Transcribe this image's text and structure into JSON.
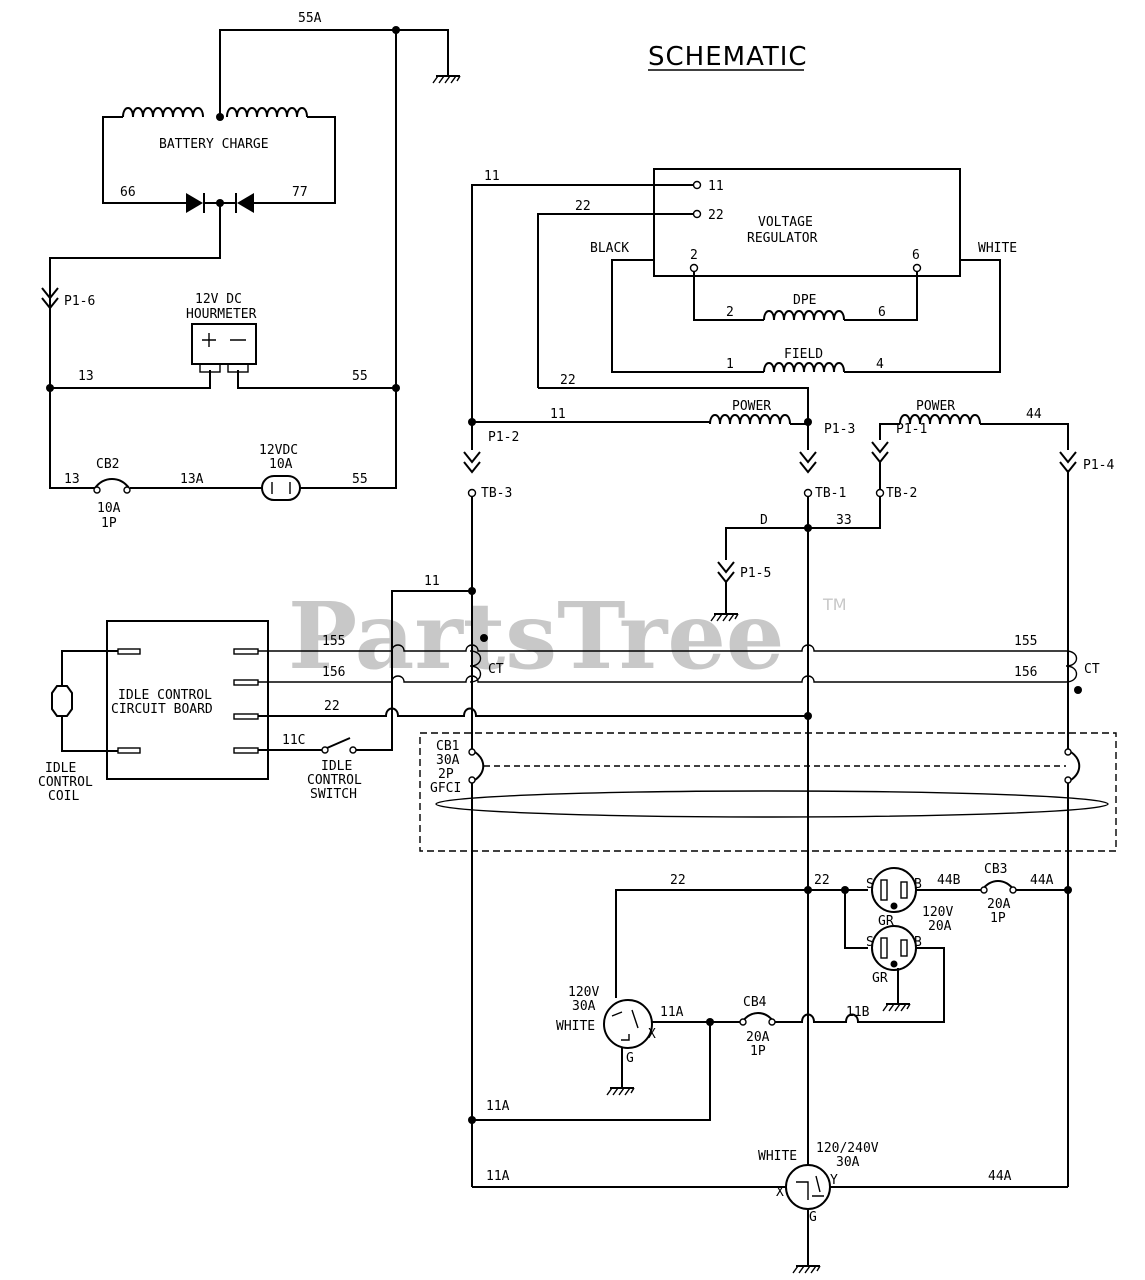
{
  "title": "SCHEMATIC",
  "watermark": "PartsTree",
  "watermark_tm": "TM",
  "wire_labels": {
    "w55A": "55A",
    "w66": "66",
    "w77": "77",
    "w13a": "13",
    "w55a": "55",
    "w13b": "13",
    "w13A": "13A",
    "w55b": "55",
    "w11a": "11",
    "w22a": "22",
    "w22b": "22",
    "w11b": "11",
    "w44": "44",
    "w2": "2",
    "w6": "6",
    "w1": "1",
    "w4": "4",
    "wD": "D",
    "w33": "33",
    "w11c": "11",
    "w155a": "155",
    "w156a": "156",
    "w22c": "22",
    "w11C": "11C",
    "w155b": "155",
    "w156b": "156",
    "w22d": "22",
    "w22e": "22",
    "w44B": "44B",
    "w44Aa": "44A",
    "w11Aa": "11A",
    "w11B": "11B",
    "w11Ab": "11A",
    "w11Ac": "11A",
    "w44Ab": "44A"
  },
  "components": {
    "battery_charge": "BATTERY CHARGE",
    "hourmeter_1": "12V DC",
    "hourmeter_2": "HOURMETER",
    "fuse_1": "12VDC",
    "fuse_2": "10A",
    "cb2": "CB2",
    "cb2_rating": "10A",
    "cb2_poles": "1P",
    "vr_1": "VOLTAGE",
    "vr_2": "REGULATOR",
    "vr_t11": "11",
    "vr_t22": "22",
    "vr_t2": "2",
    "vr_t6": "6",
    "black": "BLACK",
    "white": "WHITE",
    "dpe": "DPE",
    "field": "FIELD",
    "power_1": "POWER",
    "power_2": "POWER",
    "p1_1": "P1-1",
    "p1_2": "P1-2",
    "p1_3": "P1-3",
    "p1_4": "P1-4",
    "p1_5": "P1-5",
    "p1_6": "P1-6",
    "tb1": "TB-1",
    "tb2": "TB-2",
    "tb3": "TB-3",
    "ct_1": "CT",
    "ct_2": "CT",
    "icb_1": "IDLE CONTROL",
    "icb_2": "CIRCUIT BOARD",
    "icc_1": "IDLE",
    "icc_2": "CONTROL",
    "icc_3": "COIL",
    "ics_1": "IDLE",
    "ics_2": "CONTROL",
    "ics_3": "SWITCH",
    "cb1": "CB1",
    "cb1_rating": "30A",
    "cb1_poles": "2P",
    "gfci": "GFCI",
    "cb3": "CB3",
    "cb3_rating": "20A",
    "cb3_poles": "1P",
    "cb4": "CB4",
    "cb4_rating": "20A",
    "cb4_poles": "1P",
    "dup_v": "120V",
    "dup_a": "20A",
    "s_1": "S",
    "b_1": "B",
    "gr_1": "GR",
    "s_2": "S",
    "b_2": "B",
    "gr_2": "GR",
    "r30_v": "120V",
    "r30_a": "30A",
    "r30_white": "WHITE",
    "r30_x": "X",
    "r30_g": "G",
    "r240_v": "120/240V",
    "r240_a": "30A",
    "r240_white": "WHITE",
    "r240_x": "X",
    "r240_y": "Y",
    "r240_g": "G"
  }
}
